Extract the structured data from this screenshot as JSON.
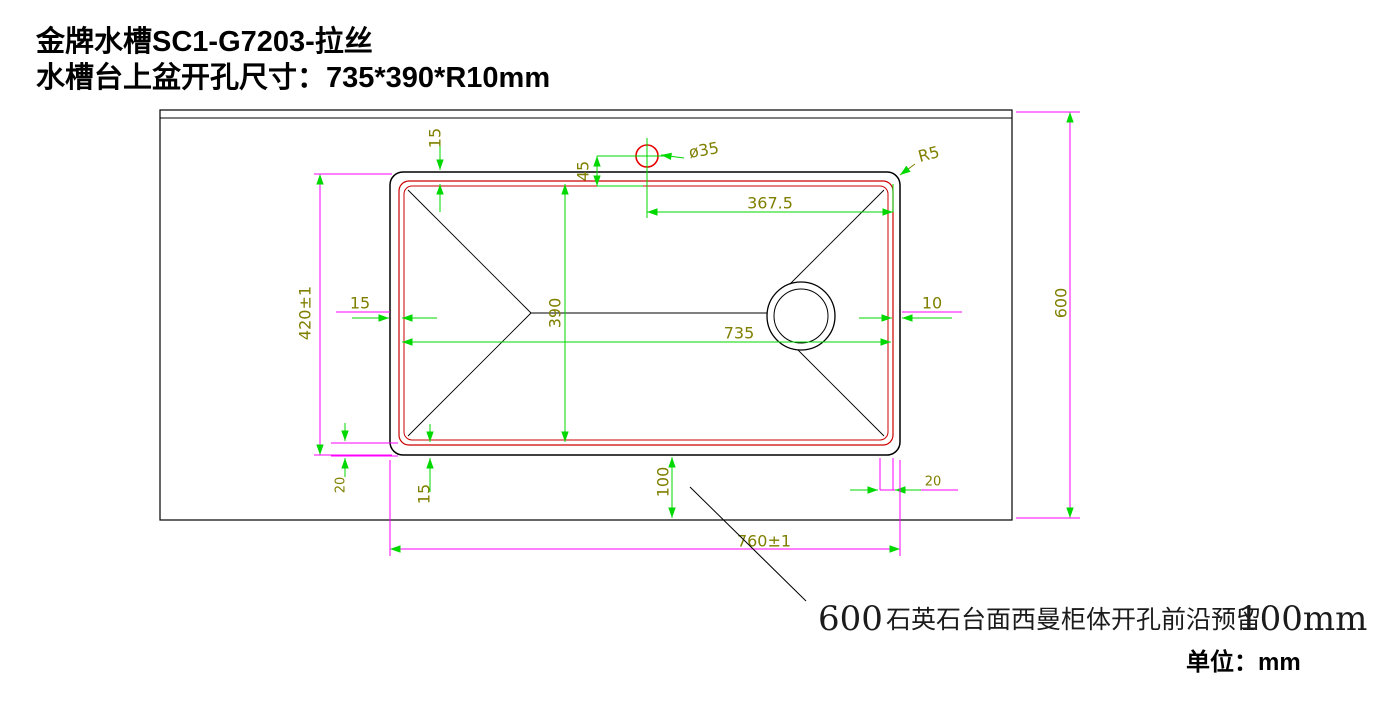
{
  "page": {
    "title_line1": "金牌水槽SC1-G7203-拉丝",
    "title_line2": "水槽台上盆开孔尺寸：735*390*R10mm",
    "unit_label": "单位：mm"
  },
  "note": {
    "prefix": "600",
    "body": "石英石台面西曼柜体开孔前沿预留",
    "suffix": "100mm"
  },
  "dimensions": {
    "top_flange": "15",
    "faucet_offset": "45",
    "faucet_diameter": "ø35",
    "corner_radius": "R5",
    "faucet_to_right_edge": "367.5",
    "countertop_depth": "600",
    "sink_outer_depth": "420±1",
    "left_flange": "15",
    "cutout_depth": "390",
    "cutout_width": "735",
    "right_flange": "10",
    "bottom_left_gap": "20",
    "bottom_flange": "15",
    "front_reserve": "100",
    "bottom_right_gap": "20",
    "sink_outer_width": "760±1"
  },
  "colors": {
    "dimension_line": "#ff00ff",
    "arrow": "#00d800",
    "dimension_text": "#7f7f00",
    "cutout_line": "#cc0000",
    "faucet_hole": "#e60000",
    "outline": "#000000"
  }
}
